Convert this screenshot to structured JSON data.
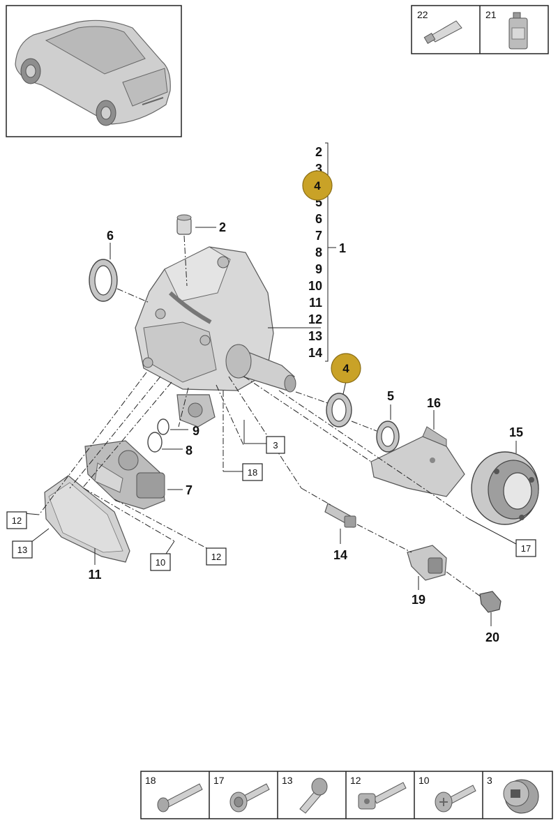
{
  "callouts": {
    "c2": "2",
    "c6": "6",
    "c1": "1",
    "c5": "5",
    "c16": "16",
    "c15": "15",
    "c9": "9",
    "c8": "8",
    "c7": "7",
    "c11": "11",
    "c14": "14",
    "c19": "19",
    "c20": "20"
  },
  "group_list": [
    "2",
    "3",
    "4",
    "5",
    "6",
    "7",
    "8",
    "9",
    "10",
    "11",
    "12",
    "13",
    "14"
  ],
  "highlight": {
    "label": "4",
    "color": "#c9a227"
  },
  "boxed_refs": {
    "b3": "3",
    "b18": "18",
    "b12a": "12",
    "b13": "13",
    "b10": "10",
    "b12b": "12",
    "b17": "17"
  },
  "top_right_table": [
    {
      "number": "22",
      "icon": "grease-tube-icon"
    },
    {
      "number": "21",
      "icon": "oil-bottle-icon"
    }
  ],
  "bottom_table": [
    {
      "number": "18",
      "icon": "long-bolt-icon"
    },
    {
      "number": "17",
      "icon": "flange-bolt-icon"
    },
    {
      "number": "13",
      "icon": "countersunk-screw-icon"
    },
    {
      "number": "12",
      "icon": "socket-bolt-icon"
    },
    {
      "number": "10",
      "icon": "torx-screw-icon"
    },
    {
      "number": "3",
      "icon": "plug-icon"
    }
  ]
}
